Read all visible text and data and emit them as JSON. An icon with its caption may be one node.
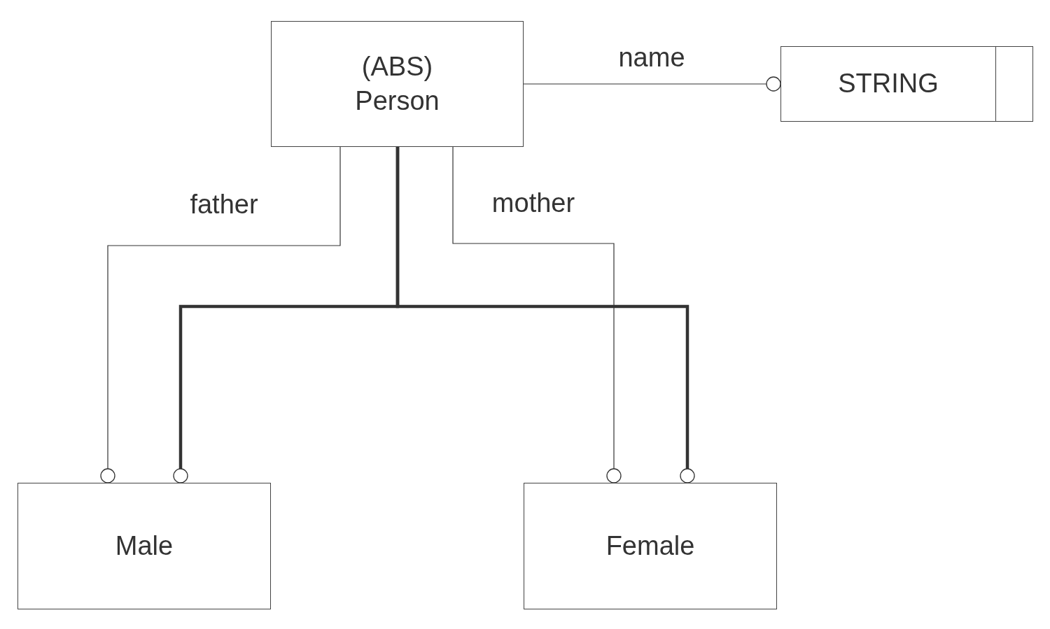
{
  "diagram": {
    "nodes": [
      {
        "text": [
          "(ABS) Person"
        ]
      },
      {
        "text": [
          "STRING"
        ]
      },
      {
        "text": [
          "Male"
        ]
      },
      {
        "text": [
          "Female"
        ]
      }
    ],
    "edges": [
      {
        "from": 0,
        "to": 1,
        "arrow": "other",
        "label": "name"
      },
      {
        "from": 0,
        "to": 2,
        "arrow": "other",
        "label": "father"
      },
      {
        "from": 0,
        "to": 3,
        "arrow": "other",
        "label": "mother"
      },
      {
        "from": 0,
        "to": 2,
        "arrow": "other",
        "style": "thick"
      },
      {
        "from": 0,
        "to": 3,
        "arrow": "other",
        "style": "thick"
      }
    ]
  }
}
